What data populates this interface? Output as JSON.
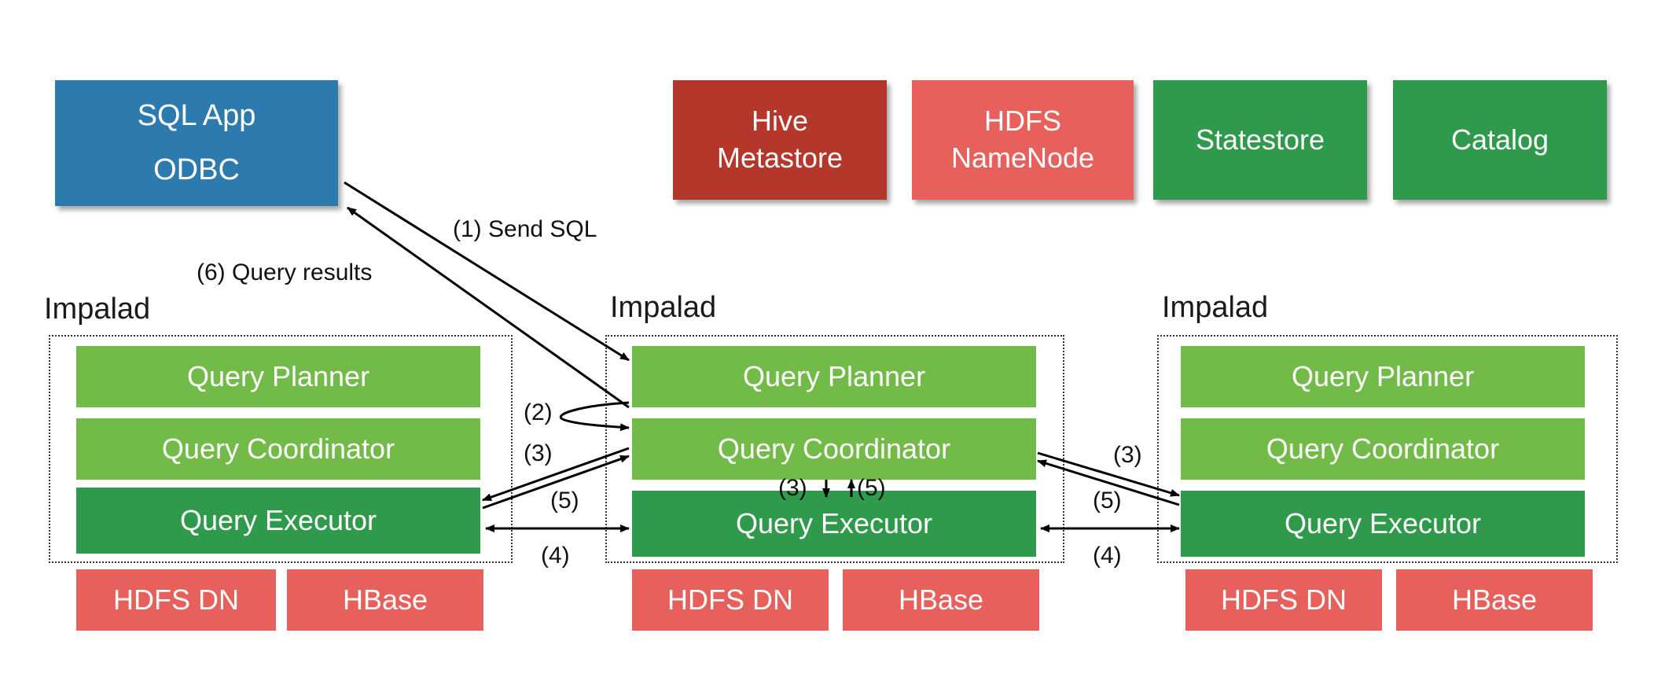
{
  "clients": {
    "sql_app": {
      "line1": "SQL App",
      "line2": "ODBC"
    }
  },
  "services": {
    "hive": {
      "line1": "Hive",
      "line2": "Metastore"
    },
    "hdfs": {
      "line1": "HDFS",
      "line2": "NameNode"
    },
    "statestore": "Statestore",
    "catalog": "Catalog"
  },
  "impalads": [
    {
      "title": "Impalad",
      "planner": "Query Planner",
      "coordinator": "Query Coordinator",
      "executor": "Query Executor",
      "storage": [
        "HDFS DN",
        "HBase"
      ]
    },
    {
      "title": "Impalad",
      "planner": "Query Planner",
      "coordinator": "Query Coordinator",
      "executor": "Query Executor",
      "storage": [
        "HDFS DN",
        "HBase"
      ]
    },
    {
      "title": "Impalad",
      "planner": "Query Planner",
      "coordinator": "Query Coordinator",
      "executor": "Query Executor",
      "storage": [
        "HDFS DN",
        "HBase"
      ]
    }
  ],
  "arrows": {
    "send_sql": "(1) Send SQL",
    "query_results": "(6) Query results",
    "step2": "(2)",
    "step3": "(3)",
    "step4": "(4)",
    "step5": "(5)"
  },
  "colors": {
    "client": "#2d7aae",
    "metastore": "#b5372b",
    "hdfs": "#e8605b",
    "service": "#2f9a4b",
    "component": "#73bb48"
  }
}
